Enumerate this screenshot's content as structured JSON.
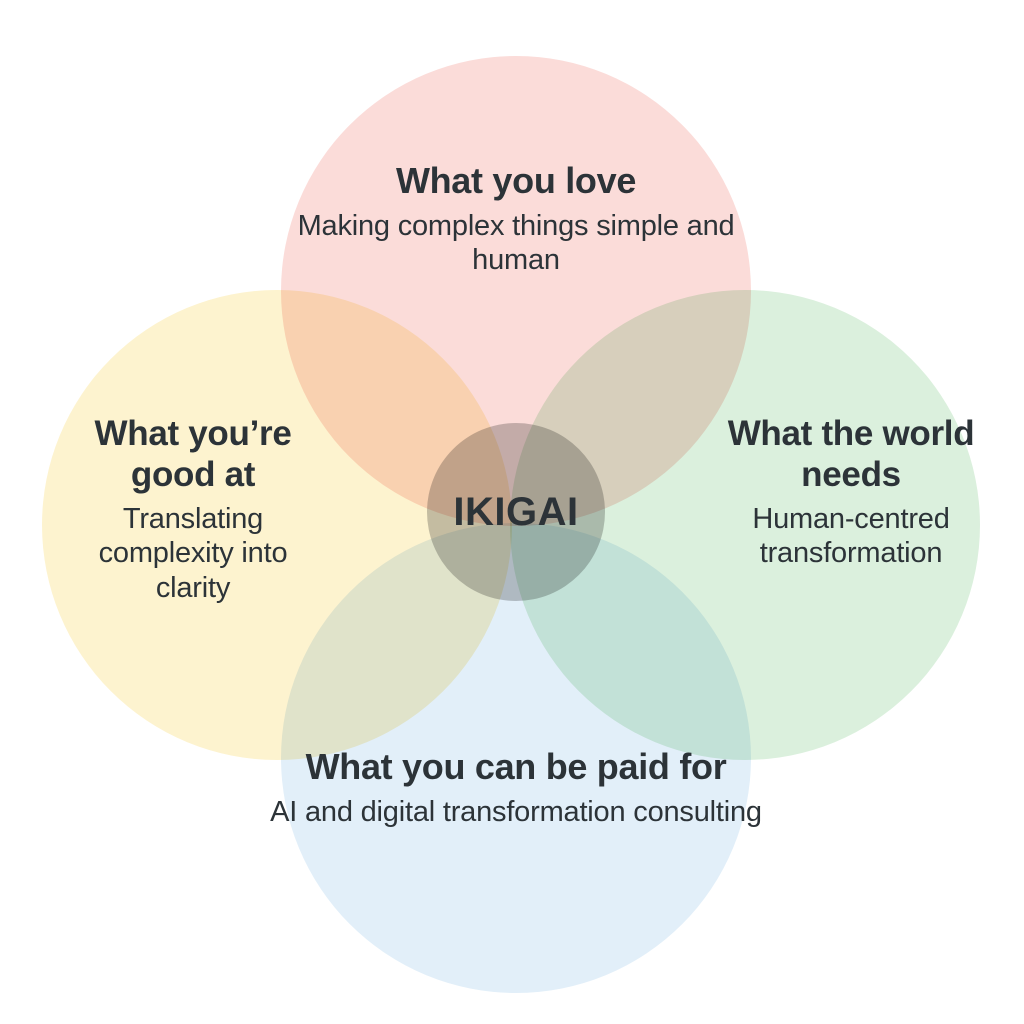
{
  "diagram": {
    "type": "venn",
    "title": "IKIGAI",
    "background_color": "#ffffff",
    "text_color": "#2c3338",
    "center": {
      "label": "IKIGAI",
      "fill_color": "#9b9593"
    },
    "circles": [
      {
        "id": "love",
        "position": "top",
        "title": "What you love",
        "subtitle": "Making complex things simple and human",
        "color": "#fbdcd9"
      },
      {
        "id": "good-at",
        "position": "left",
        "title": "What you’re good at",
        "subtitle": "Translating complexity into clarity",
        "color": "#fdf3cf"
      },
      {
        "id": "world-needs",
        "position": "right",
        "title": "What the world needs",
        "subtitle": "Human-centred transformation",
        "color": "#dbf0dd"
      },
      {
        "id": "paid-for",
        "position": "bottom",
        "title": "What you can be paid for",
        "subtitle": "AI and digital transformation consulting",
        "color": "#e2eff9"
      }
    ]
  }
}
